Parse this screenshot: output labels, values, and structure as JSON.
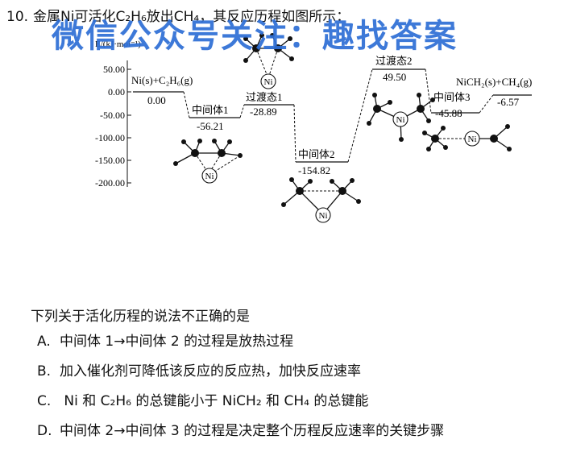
{
  "question": {
    "number": "10.",
    "stem": "金属Ni可活化C₂H₆放出CH₄，其反应历程如图所示："
  },
  "watermark": "微信公众号关注：趣找答案",
  "diagram": {
    "ylabel": "E/(kJ·mol⁻¹)",
    "yticks": [
      "50.00",
      "0.00",
      "-50.00",
      "-100.00",
      "-150.00",
      "-200.00"
    ],
    "states": [
      {
        "label": "Ni(s)+C₂H₆(g)",
        "value": "0.00"
      },
      {
        "label": "中间体1",
        "value": "-56.21"
      },
      {
        "label": "过渡态1",
        "value": "-28.89"
      },
      {
        "label": "中间体2",
        "value": "-154.82"
      },
      {
        "label": "过渡态2",
        "value": "49.50"
      },
      {
        "label": "中间体3",
        "value": "-45.88"
      },
      {
        "label": "NiCH₂(s)+CH₄(g)",
        "value": "-6.57"
      }
    ],
    "atom_label": "Ni"
  },
  "lead": "下列关于活化历程的说法不正确的是",
  "options": [
    {
      "letter": "A.",
      "text": "中间体 1→中间体 2 的过程是放热过程"
    },
    {
      "letter": "B.",
      "text": "加入催化剂可降低该反应的反应热，加快反应速率"
    },
    {
      "letter": "C.",
      "text": " Ni 和 C₂H₆ 的总键能小于 NiCH₂ 和 CH₄ 的总键能"
    },
    {
      "letter": "D.",
      "text": "中间体 2→中间体 3 的过程是决定整个历程反应速率的关键步骤"
    }
  ]
}
